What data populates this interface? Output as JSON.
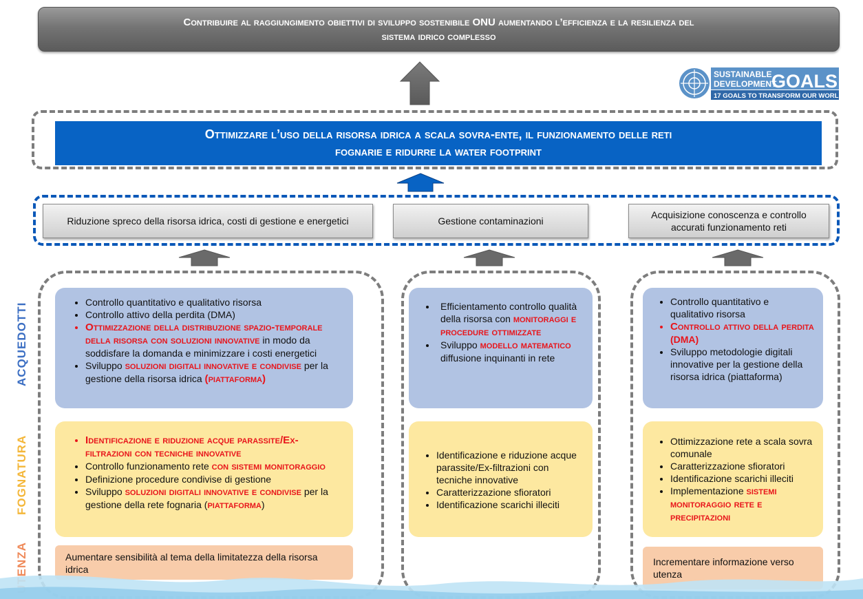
{
  "top_banner": {
    "line1": "Contribuire al raggiungimento obiettivi  di sviluppo sostenibile ONU aumentando l’efficienza e la resilienza del",
    "line2": "sistema idrico complesso"
  },
  "sdg_logo": {
    "line1": "SUSTAINABLE",
    "line2": "DEVELOPMENT",
    "word": "GOALS",
    "tagline": "17 GOALS TO TRANSFORM OUR WORLD"
  },
  "blue_banner": {
    "line1": "Ottimizzare l’uso della risorsa idrica a scala sovra-ente, il funzionamento delle reti",
    "line2": "fognarie e ridurre la water footprint"
  },
  "objectives": [
    "Riduzione spreco della risorsa idrica, costi di gestione e energetici",
    "Gestione contaminazioni",
    "Acquisizione conoscenza e controllo accurati funzionamento reti"
  ],
  "side_labels": {
    "acquedotti": "ACQUEDOTTI",
    "fognatura": "FOGNATURA",
    "utenza": "UTENZA"
  },
  "col1": {
    "acq": {
      "b1": "Controllo quantitativo e qualitativo risorsa",
      "b2": "Controllo attivo della perdita (DMA)",
      "b3_red": "Ottimizzazione della distribuzione spazio-temporale della risorsa con soluzioni innovative",
      "b3_rest": " in modo da soddisfare la domanda e minimizzare i costi energetici",
      "b4_a": "Sviluppo ",
      "b4_red": "soluzioni digitali innovative e condivise",
      "b4_b": " per la gestione della risorsa idrica ",
      "b4_p1": "(",
      "b4_red2": "piattaforma",
      "b4_p2": ")"
    },
    "fog": {
      "b1_red": "Identificazione e riduzione acque parassite/Ex-filtrazioni con tecniche innovative",
      "b2_a": "Controllo funzionamento rete ",
      "b2_red": "con sistemi monitoraggio",
      "b3": "Definizione procedure condivise di gestione",
      "b4_a": "Sviluppo ",
      "b4_red": "soluzioni digitali innovative e condivise",
      "b4_b": " per la gestione della rete fognaria (",
      "b4_red2": "piattaforma",
      "b4_c": ")"
    },
    "ute": "Aumentare sensibilità al tema della limitatezza della risorsa idrica"
  },
  "col2": {
    "acq": {
      "b1_a": "Efficientamento controllo qualità della risorsa con ",
      "b1_red": "monitoraggi e procedure ottimizzate",
      "b2_a": "Sviluppo ",
      "b2_red": "modello matematico",
      "b2_b": " diffusione inquinanti in rete"
    },
    "fog": {
      "b1": "Identificazione e riduzione acque parassite/Ex-filtrazioni con tecniche innovative",
      "b2": "Caratterizzazione sfioratori",
      "b3": "Identificazione scarichi illeciti"
    }
  },
  "col3": {
    "acq": {
      "b1": "Controllo quantitativo e qualitativo risorsa",
      "b2_red": "Controllo attivo della perdita",
      "b2_dma": " (DMA)",
      "b3": "Sviluppo metodologie digitali innovative per la gestione della risorsa idrica (piattaforma)"
    },
    "fog": {
      "b1": "Ottimizzazione rete a scala sovra comunale",
      "b2": "Caratterizzazione sfioratori",
      "b3": "Identificazione scarichi illeciti",
      "b4_a": "Implementazione ",
      "b4_red": "sistemi monitoraggio rete e precipitazioni"
    },
    "ute": "Incrementare informazione verso utenza"
  },
  "colors": {
    "red": "#e8151b",
    "blue": "#0863c4",
    "acq_label": "#3c6fc3",
    "fog_label": "#f4b73a",
    "ute_label": "#ef8a5a"
  }
}
